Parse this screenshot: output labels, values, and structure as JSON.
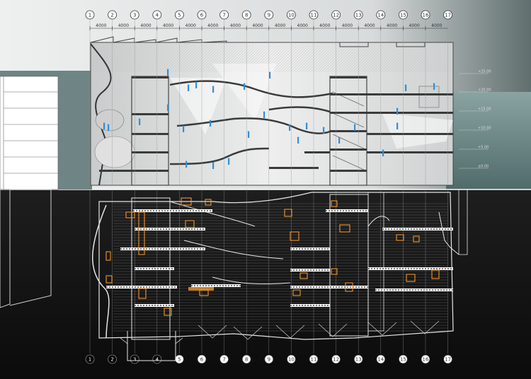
{
  "grid": {
    "labels": [
      "1",
      "2",
      "3",
      "4",
      "5",
      "6",
      "7",
      "8",
      "9",
      "10",
      "11",
      "12",
      "13",
      "14",
      "15",
      "16",
      "17"
    ],
    "spacing_label": "4000"
  },
  "levels": [
    "+25.00",
    "+20.00",
    "+15.00",
    "+10.00",
    "+5.00",
    "±0.00"
  ],
  "colors": {
    "top_bg": "#d9dcdc",
    "bottom_bg": "#161616",
    "people": "#2f8fd8",
    "orange": "#f0962e",
    "slab": "#3a3a3a",
    "wireline": "#e8e8e8"
  }
}
